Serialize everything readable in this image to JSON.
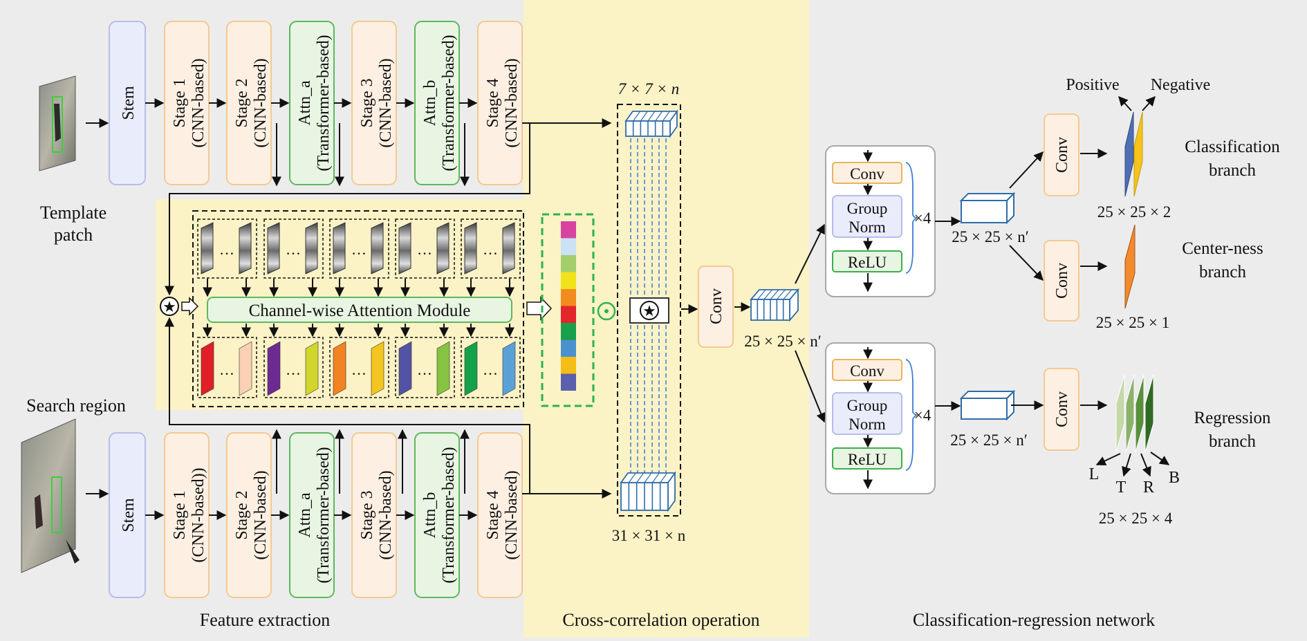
{
  "sections": {
    "feature": "Feature extraction",
    "cross": "Cross-correlation operation",
    "cls_reg": "Classification-regression network"
  },
  "inputs": {
    "template_line1": "Template",
    "template_line2": "patch",
    "search": "Search region"
  },
  "top_blocks": [
    {
      "l1": "Stem",
      "l2": "",
      "kind": "stem"
    },
    {
      "l1": "Stage 1",
      "l2": "(CNN-based)",
      "kind": "cnn"
    },
    {
      "l1": "Stage 2",
      "l2": "(CNN-based)",
      "kind": "cnn"
    },
    {
      "l1": "Attn_a",
      "l2": "(Transformer-based)",
      "kind": "attn"
    },
    {
      "l1": "Stage 3",
      "l2": "(CNN-based)",
      "kind": "cnn"
    },
    {
      "l1": "Attn_b",
      "l2": "(Transformer-based)",
      "kind": "attn"
    },
    {
      "l1": "Stage 4",
      "l2": "(CNN-based)",
      "kind": "cnn"
    }
  ],
  "bottom_blocks": [
    {
      "l1": "Stem",
      "l2": "",
      "kind": "stem"
    },
    {
      "l1": "Stage 1",
      "l2": "(CNN-based))",
      "kind": "cnn"
    },
    {
      "l1": "Stage 2",
      "l2": "(CNN-based)",
      "kind": "cnn"
    },
    {
      "l1": "Attn_a",
      "l2": "(Transformer-based)",
      "kind": "attn"
    },
    {
      "l1": "Stage 3",
      "l2": "(CNN-based)",
      "kind": "cnn"
    },
    {
      "l1": "Attn_b",
      "l2": "(Transformer-based)",
      "kind": "attn"
    },
    {
      "l1": "Stage 4",
      "l2": "(CNN-based)",
      "kind": "cnn"
    }
  ],
  "attention_module": "Channel-wise Attention Module",
  "channel_colors": [
    "#d6449f",
    "#c9e3f5",
    "#a3cf6a",
    "#f2e21a",
    "#f28c1e",
    "#e3262c",
    "#18a04a",
    "#4a91cf",
    "#f6bd16",
    "#5a5fae"
  ],
  "bottom_plane_colors": [
    [
      "#e01f26",
      "#fbd0b4"
    ],
    [
      "#6d2a92",
      "#d2d62c"
    ],
    [
      "#f28322",
      "#f4c51e"
    ],
    [
      "#5253a4",
      "#86c341"
    ],
    [
      "#15a14a",
      "#5aa1d8"
    ]
  ],
  "xcorr": {
    "top_label": "7 × 7 × n",
    "bottom_label": "31 × 31 × n",
    "conv": "Conv",
    "out_label": "25 × 25 × n′"
  },
  "head_blocks": {
    "conv": "Conv",
    "gn1": "Group",
    "gn2": "Norm",
    "relu": "ReLU",
    "times4": "×4"
  },
  "cls": {
    "feat_label": "25 × 25 × n′",
    "conv": "Conv",
    "positive": "Positive",
    "negative": "Negative",
    "cls_line1": "Classification",
    "cls_line2": "branch",
    "cls_dim": "25 × 25 × 2",
    "cn_line1": "Center-ness",
    "cn_line2": "branch",
    "cn_dim": "25 × 25 × 1"
  },
  "reg": {
    "feat_label": "25 × 25 × n′",
    "conv": "Conv",
    "line1": "Regression",
    "line2": "branch",
    "dim": "25 × 25 × 4",
    "ltrb": [
      "L",
      "T",
      "R",
      "B"
    ]
  },
  "colors": {
    "cnn_fill": "#fdf0e3",
    "cnn_stroke": "#f4c98f",
    "attn_fill": "#e8f5e3",
    "attn_stroke": "#5cb85c",
    "stem_fill": "#e9ecfa",
    "stem_stroke": "#b7bde9",
    "cross_bg": "#fbf2c6",
    "cube_stroke": "#2e6ca8"
  }
}
